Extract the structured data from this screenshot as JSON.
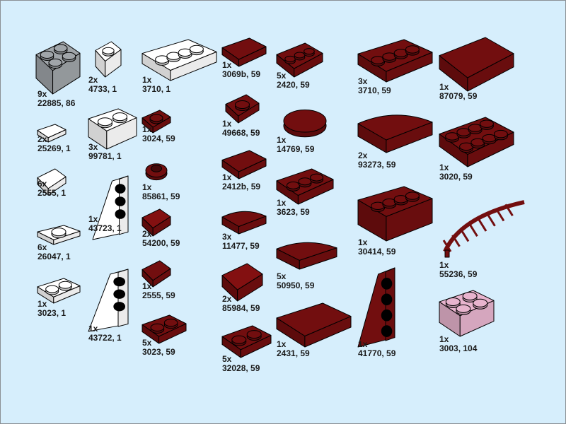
{
  "colors": {
    "background": "#d6eefc",
    "white": "#ffffff",
    "gray": "#a0a5a9",
    "dark_red": "#720e0f",
    "pink": "#e8b4ce"
  },
  "parts": [
    {
      "qty": "9x",
      "id": "22885, 86",
      "color": "gray",
      "studs": 4,
      "shape": "brick"
    },
    {
      "qty": "2x",
      "id": "4733, 1",
      "color": "white",
      "studs": 1,
      "shape": "brick"
    },
    {
      "qty": "1x",
      "id": "3710, 1",
      "color": "white",
      "studs": 4,
      "shape": "plate"
    },
    {
      "qty": "1x",
      "id": "3069b, 59",
      "color": "dark_red",
      "studs": 0,
      "shape": "plate"
    },
    {
      "qty": "5x",
      "id": "2420, 59",
      "color": "dark_red",
      "studs": 3,
      "shape": "plate"
    },
    {
      "qty": "3x",
      "id": "3710, 59",
      "color": "dark_red",
      "studs": 4,
      "shape": "plate"
    },
    {
      "qty": "1x",
      "id": "87079, 59",
      "color": "dark_red",
      "studs": 0,
      "shape": "plate"
    },
    {
      "qty": "2x",
      "id": "25269, 1",
      "color": "white",
      "studs": 0,
      "shape": "plate"
    },
    {
      "qty": "3x",
      "id": "99781, 1",
      "color": "white",
      "studs": 2,
      "shape": "brick"
    },
    {
      "qty": "1x",
      "id": "3024, 59",
      "color": "dark_red",
      "studs": 1,
      "shape": "plate"
    },
    {
      "qty": "1x",
      "id": "49668, 59",
      "color": "dark_red",
      "studs": 1,
      "shape": "plate"
    },
    {
      "qty": "1x",
      "id": "14769, 59",
      "color": "dark_red",
      "studs": 0,
      "shape": "round"
    },
    {
      "qty": "2x",
      "id": "93273, 59",
      "color": "dark_red",
      "studs": 0,
      "shape": "curve"
    },
    {
      "qty": "1x",
      "id": "3020, 59",
      "color": "dark_red",
      "studs": 8,
      "shape": "plate"
    },
    {
      "qty": "6x",
      "id": "2555, 1",
      "color": "white",
      "studs": 0,
      "shape": "plate"
    },
    {
      "qty": "1x",
      "id": "85861, 59",
      "color": "dark_red",
      "studs": 1,
      "shape": "round"
    },
    {
      "qty": "1x",
      "id": "2412b, 59",
      "color": "dark_red",
      "studs": 0,
      "shape": "plate"
    },
    {
      "qty": "1x",
      "id": "3623, 59",
      "color": "dark_red",
      "studs": 3,
      "shape": "plate"
    },
    {
      "qty": "1x",
      "id": "43723, 1",
      "color": "white",
      "studs": 3,
      "shape": "wedge"
    },
    {
      "qty": "2x",
      "id": "54200, 59",
      "color": "dark_red",
      "studs": 0,
      "shape": "slope"
    },
    {
      "qty": "3x",
      "id": "11477, 59",
      "color": "dark_red",
      "studs": 0,
      "shape": "curve"
    },
    {
      "qty": "5x",
      "id": "50950, 59",
      "color": "dark_red",
      "studs": 0,
      "shape": "curve"
    },
    {
      "qty": "1x",
      "id": "30414, 59",
      "color": "dark_red",
      "studs": 4,
      "shape": "brick"
    },
    {
      "qty": "1x",
      "id": "55236, 59",
      "color": "dark_red",
      "studs": 0,
      "shape": "vine"
    },
    {
      "qty": "6x",
      "id": "26047, 1",
      "color": "white",
      "studs": 1,
      "shape": "plate"
    },
    {
      "qty": "1x",
      "id": "2555, 59",
      "color": "dark_red",
      "studs": 0,
      "shape": "plate"
    },
    {
      "qty": "2x",
      "id": "85984, 59",
      "color": "dark_red",
      "studs": 0,
      "shape": "slope"
    },
    {
      "qty": "1x",
      "id": "3023, 1",
      "color": "white",
      "studs": 2,
      "shape": "plate"
    },
    {
      "qty": "1x",
      "id": "43722, 1",
      "color": "white",
      "studs": 3,
      "shape": "wedge"
    },
    {
      "qty": "5x",
      "id": "3023, 59",
      "color": "dark_red",
      "studs": 2,
      "shape": "plate"
    },
    {
      "qty": "5x",
      "id": "32028, 59",
      "color": "dark_red",
      "studs": 2,
      "shape": "plate"
    },
    {
      "qty": "1x",
      "id": "2431, 59",
      "color": "dark_red",
      "studs": 0,
      "shape": "plate"
    },
    {
      "qty": "1x",
      "id": "41770, 59",
      "color": "dark_red",
      "studs": 4,
      "shape": "wedge"
    },
    {
      "qty": "1x",
      "id": "3003, 104",
      "color": "pink",
      "studs": 4,
      "shape": "brick"
    }
  ]
}
